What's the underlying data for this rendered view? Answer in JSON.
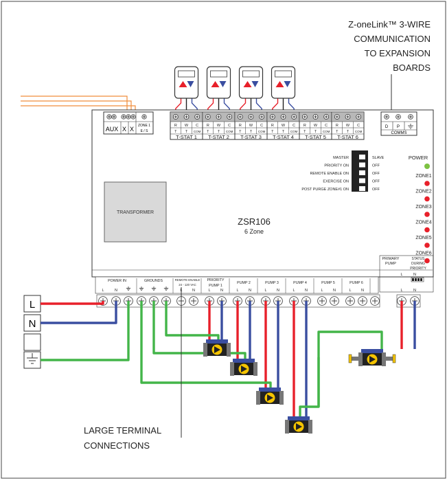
{
  "callouts": {
    "comm_line1": "Z-oneLink™ 3-WIRE",
    "comm_line2": "COMMUNICATION",
    "comm_line3": "TO EXPANSION",
    "comm_line4": "BOARDS",
    "large_terminal_line1": "LARGE TERMINAL",
    "large_terminal_line2": "CONNECTIONS"
  },
  "board": {
    "model": "ZSR106",
    "zones_label": "6 Zone",
    "transformer_label": "TRANSFORMER",
    "aux_block": {
      "aux": "AUX",
      "x1": "X",
      "x2": "X",
      "zone1_es_line1": "ZONE 1",
      "zone1_es_line2": "E / S"
    },
    "tstats": [
      {
        "label": "T-STAT 1"
      },
      {
        "label": "T-STAT 2"
      },
      {
        "label": "T-STAT 3"
      },
      {
        "label": "T-STAT 4"
      },
      {
        "label": "T-STAT 5"
      },
      {
        "label": "T-STAT 6"
      }
    ],
    "tstat_top_letters": [
      "R",
      "W",
      "C"
    ],
    "tstat_bottom_letters": [
      "T",
      "T",
      "COM"
    ],
    "comms": {
      "label": "COMMS",
      "d": "D",
      "p": "P"
    },
    "dip": {
      "master": "MASTER",
      "slave": "SLAVE",
      "rows": [
        {
          "on": "PRIORITY ON",
          "off": "OFF"
        },
        {
          "on": "REMOTE ENABLE ON",
          "off": "OFF"
        },
        {
          "on": "EXERCISE ON",
          "off": "OFF"
        },
        {
          "on": "POST PURGE ZONE#1 ON",
          "off": "OFF"
        }
      ]
    },
    "leds": {
      "power": "POWER",
      "zones": [
        "ZONE1",
        "ZONE2",
        "ZONE3",
        "ZONE4",
        "ZONE5",
        "ZONE6"
      ],
      "power_color": "#7dc242",
      "zone_color": "#e8202a"
    },
    "bottom_labels": {
      "power_in": "POWER IN",
      "grounds": "GROUNDS",
      "remote_enable_line1": "REMOTE ENABLE",
      "remote_enable_line2": "24 - 120 VAC",
      "priority_line1": "PRIORITY",
      "priority_line2": "PUMP 1",
      "pump2": "PUMP 2",
      "pump3": "PUMP 3",
      "pump4": "PUMP 4",
      "pump5": "PUMP 5",
      "pump6": "PUMP 6",
      "primary_line1": "PRIMARY",
      "primary_line2": "PUMP",
      "status_line1": "STATUS",
      "status_line2": "DURING",
      "status_line3": "PRIORITY",
      "l": "L",
      "n": "N"
    }
  },
  "supply": {
    "l": "L",
    "n": "N"
  },
  "colors": {
    "line": "#e8202a",
    "neutral": "#3a4ea0",
    "ground": "#43b549",
    "orange": "#f08c3a",
    "pump_blue": "#3a4ea0",
    "pump_yellow": "#f5c400",
    "pump_gray": "#777777"
  }
}
